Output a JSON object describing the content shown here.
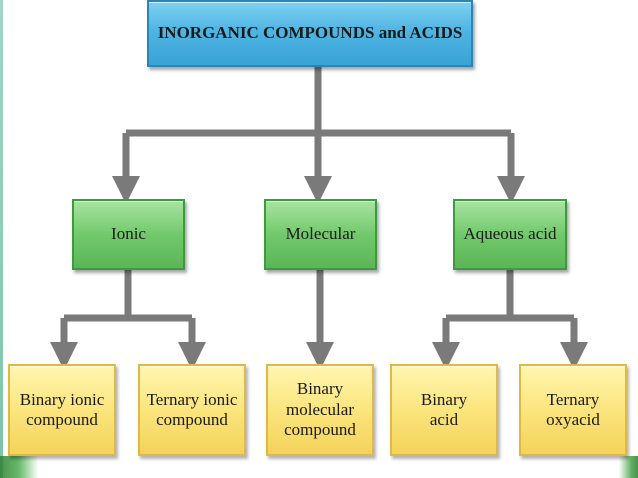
{
  "diagram": {
    "root": {
      "label": "INORGANIC COMPOUNDS and ACIDS"
    },
    "categories": [
      {
        "label": "Ionic"
      },
      {
        "label": "Molecular"
      },
      {
        "label": "Aqueous acid"
      }
    ],
    "leaves": [
      {
        "label": "Binary ionic\ncompound"
      },
      {
        "label": "Ternary ionic\ncompound"
      },
      {
        "label": "Binary\nmolecular\ncompound"
      },
      {
        "label": "Binary\nacid"
      },
      {
        "label": "Ternary\noxyacid"
      }
    ]
  },
  "colors": {
    "root_box": "#4fb5e3",
    "category_box": "#72c96c",
    "leaf_box": "#fbe57d",
    "connector": "#7a7a7a"
  }
}
